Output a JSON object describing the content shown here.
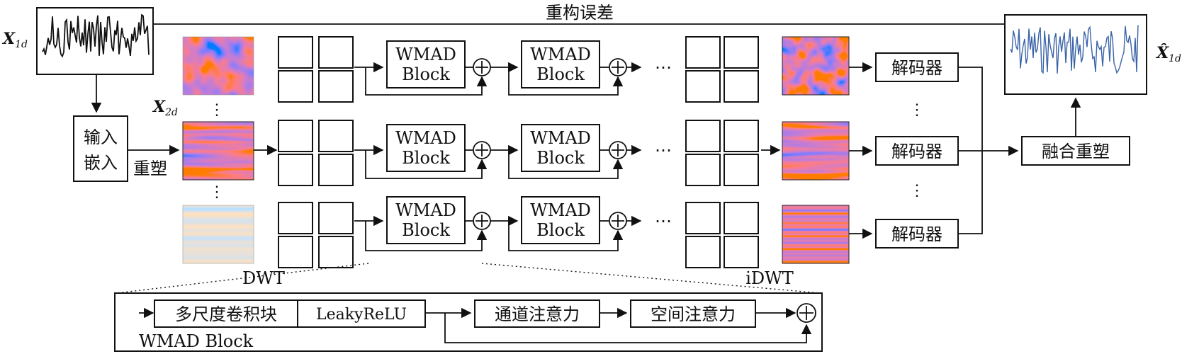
{
  "labels": {
    "x1d_main": "X",
    "x1d_sub": "1d",
    "x2d_main": "X",
    "x2d_sub": "2d",
    "xhat_main": "X̂",
    "xhat_sub": "1d",
    "recon_error": "重构误差",
    "input_embed_line1": "输入",
    "input_embed_line2": "嵌入",
    "reshape": "重塑",
    "dwt": "DWT",
    "idwt": "iDWT",
    "wmad_line1": "WMAD",
    "wmad_line2": "Block",
    "decoder": "解码器",
    "fuse_reshape": "融合重塑",
    "vdots": "⋮",
    "hdots": "⋯"
  },
  "detail": {
    "multi_scale_conv": "多尺度卷积块",
    "activation": "LeakyReLU",
    "channel_attention": "通道注意力",
    "spatial_attention": "空间注意力",
    "block_name": "WMAD Block"
  },
  "colors": {
    "stroke": "#111111",
    "red": "#b2182b",
    "blue": "#2166ac",
    "output_signal": "#3a63a8"
  }
}
